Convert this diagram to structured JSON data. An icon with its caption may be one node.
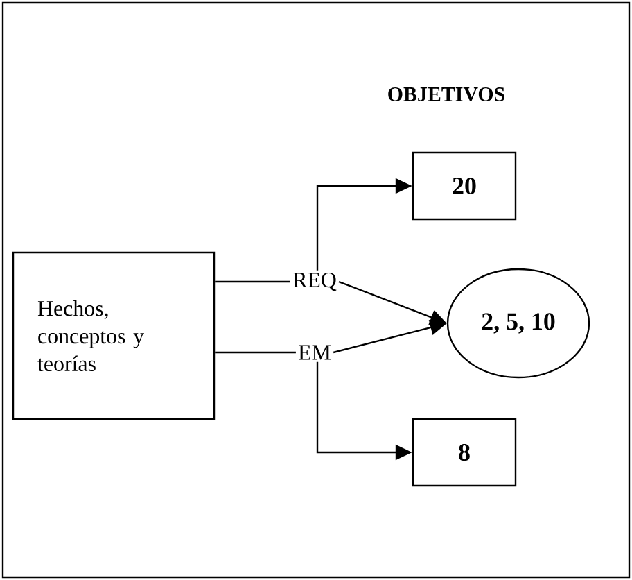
{
  "diagram": {
    "title": "OBJETIVOS",
    "nodes": [
      {
        "text": [
          "Hechos, conceptos y teorías"
        ]
      },
      {
        "text": [
          "REQ"
        ]
      },
      {
        "text": [
          "EM"
        ]
      },
      {
        "text": [
          "20"
        ]
      },
      {
        "text": [
          "2, 5, 10"
        ]
      },
      {
        "text": [
          "8"
        ]
      }
    ],
    "edges": [
      {
        "from": 0,
        "to": 1,
        "arrow": "none"
      },
      {
        "from": 0,
        "to": 2,
        "arrow": "none"
      },
      {
        "from": 1,
        "to": 3,
        "arrow": "to"
      },
      {
        "from": 1,
        "to": 4,
        "arrow": "to"
      },
      {
        "from": 2,
        "to": 4,
        "arrow": "to"
      },
      {
        "from": 2,
        "to": 5,
        "arrow": "to"
      }
    ]
  }
}
